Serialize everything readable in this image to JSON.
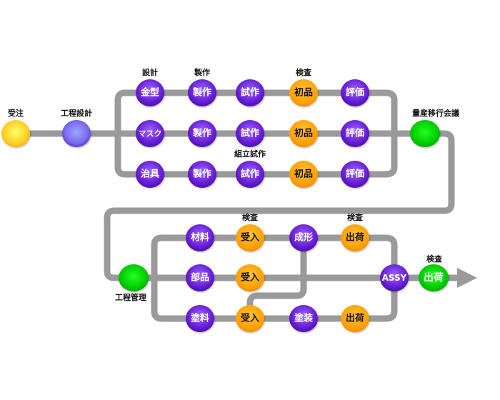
{
  "colors": {
    "pipe": "#9a9a9a",
    "purple": "#7a2bd9",
    "orange": "#ffa500",
    "green": "#00c000",
    "yellow": "#ffcc33",
    "lavender": "#8877ee"
  },
  "start": {
    "label": "受注",
    "text": ""
  },
  "design": {
    "label": "工程設計",
    "text": ""
  },
  "rows_top": [
    {
      "nodes": [
        {
          "text": "金型",
          "label": "設計",
          "color": "purple"
        },
        {
          "text": "製作",
          "label": "製作",
          "color": "purple"
        },
        {
          "text": "試作",
          "label": "",
          "color": "purple"
        },
        {
          "text": "初品",
          "label": "検査",
          "color": "orange"
        },
        {
          "text": "評価",
          "label": "",
          "color": "purple"
        }
      ]
    },
    {
      "nodes": [
        {
          "text": "マスク",
          "label": "",
          "color": "purple"
        },
        {
          "text": "製作",
          "label": "",
          "color": "purple"
        },
        {
          "text": "試作",
          "label": "",
          "color": "purple"
        },
        {
          "text": "初品",
          "label": "",
          "color": "orange"
        },
        {
          "text": "評価",
          "label": "",
          "color": "purple"
        }
      ]
    },
    {
      "nodes": [
        {
          "text": "治具",
          "label": "",
          "color": "purple"
        },
        {
          "text": "製作",
          "label": "",
          "color": "purple"
        },
        {
          "text": "試作",
          "label": "組立試作",
          "color": "purple"
        },
        {
          "text": "初品",
          "label": "",
          "color": "orange"
        },
        {
          "text": "評価",
          "label": "",
          "color": "purple"
        }
      ]
    }
  ],
  "meeting": {
    "label": "量産移行会議"
  },
  "management": {
    "label": "工程管理"
  },
  "rows_bottom": [
    {
      "nodes": [
        {
          "text": "材料",
          "label": "",
          "color": "purple"
        },
        {
          "text": "受入",
          "label": "検査",
          "color": "orange"
        },
        {
          "text": "成形",
          "label": "",
          "color": "purple"
        },
        {
          "text": "出荷",
          "label": "検査",
          "color": "orange"
        }
      ]
    },
    {
      "nodes": [
        {
          "text": "部品",
          "label": "",
          "color": "purple"
        },
        {
          "text": "受入",
          "label": "",
          "color": "orange"
        }
      ]
    },
    {
      "nodes": [
        {
          "text": "塗料",
          "label": "",
          "color": "purple"
        },
        {
          "text": "受入",
          "label": "",
          "color": "orange"
        },
        {
          "text": "塗装",
          "label": "",
          "color": "purple"
        },
        {
          "text": "出荷",
          "label": "",
          "color": "orange"
        }
      ]
    }
  ],
  "assy": {
    "text": "ASSY"
  },
  "final": {
    "text": "出荷",
    "label": "検査"
  }
}
